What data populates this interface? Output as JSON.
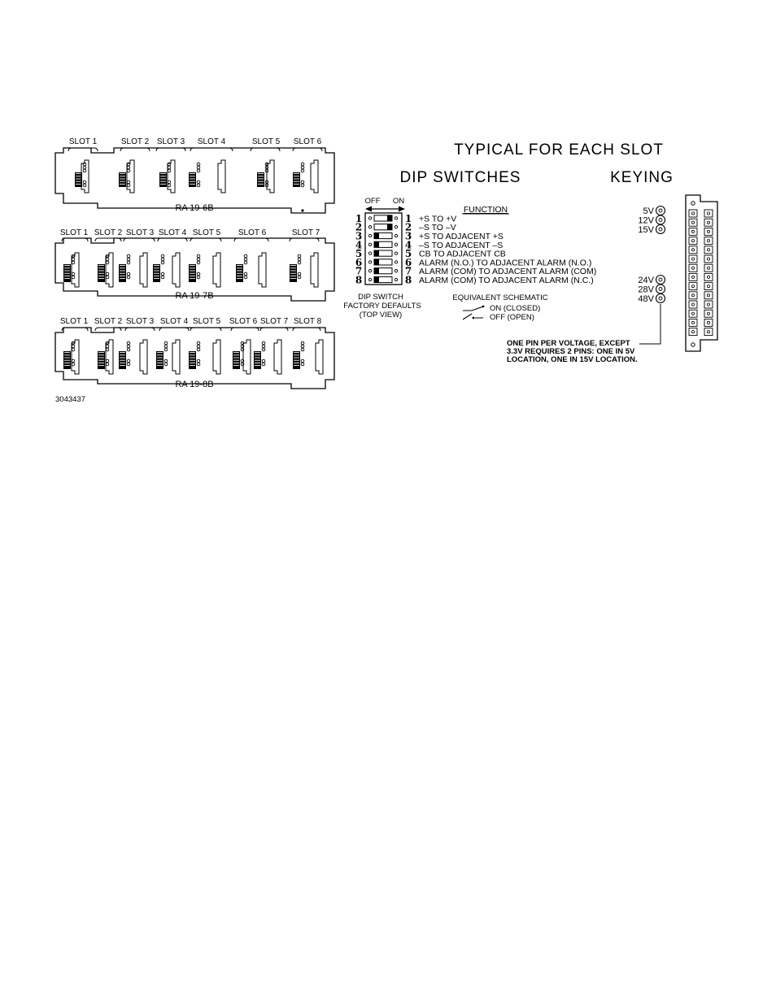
{
  "racks": [
    {
      "name": "RA 19-6B",
      "slots": [
        "SLOT 1",
        "SLOT 2",
        "SLOT 3",
        "SLOT 4",
        "SLOT 5",
        "SLOT 6"
      ]
    },
    {
      "name": "RA 19-7B",
      "slots": [
        "SLOT 1",
        "SLOT 2",
        "SLOT 3",
        "SLOT 4",
        "SLOT 5",
        "SLOT 6",
        "SLOT 7"
      ]
    },
    {
      "name": "RA 19-8B",
      "slots": [
        "SLOT 1",
        "SLOT 2",
        "SLOT 3",
        "SLOT 4",
        "SLOT 5",
        "SLOT 6",
        "SLOT 7",
        "SLOT 8"
      ]
    }
  ],
  "drawing_number": "3043437",
  "typical_title": "TYPICAL FOR EACH SLOT",
  "dip": {
    "title": "DIP SWITCHES",
    "off_label": "OFF",
    "on_label": "ON",
    "function_header": "FUNCTION",
    "switches": [
      {
        "number": "1",
        "function": "+S TO +V",
        "default": "on"
      },
      {
        "number": "2",
        "function": "–S TO –V",
        "default": "on"
      },
      {
        "number": "3",
        "function": "+S TO ADJACENT +S",
        "default": "off"
      },
      {
        "number": "4",
        "function": "–S TO ADJACENT –S",
        "default": "off"
      },
      {
        "number": "5",
        "function": "CB TO ADJACENT CB",
        "default": "off"
      },
      {
        "number": "6",
        "function": "ALARM (N.O.) TO ADJACENT ALARM (N.O.)",
        "default": "off"
      },
      {
        "number": "7",
        "function": "ALARM (COM) TO ADJACENT ALARM (COM)",
        "default": "off"
      },
      {
        "number": "8",
        "function": "ALARM (COM) TO ADJACENT ALARM (N.C.)",
        "default": "off"
      }
    ],
    "caption_line1": "DIP SWITCH",
    "caption_line2": "FACTORY DEFAULTS",
    "caption_line3": "(TOP VIEW)",
    "schematic_title": "EQUIVALENT SCHEMATIC",
    "schematic_on": "ON (CLOSED)",
    "schematic_off": "OFF (OPEN)"
  },
  "keying": {
    "title": "KEYING",
    "voltages_top": [
      "5V",
      "12V",
      "15V"
    ],
    "voltages_bottom": [
      "24V",
      "28V",
      "48V"
    ],
    "note_line1": "ONE PIN PER VOLTAGE, EXCEPT",
    "note_line2": "3.3V REQUIRES 2 PINS: ONE IN 5V",
    "note_line3": "LOCATION, ONE IN 15V LOCATION."
  }
}
